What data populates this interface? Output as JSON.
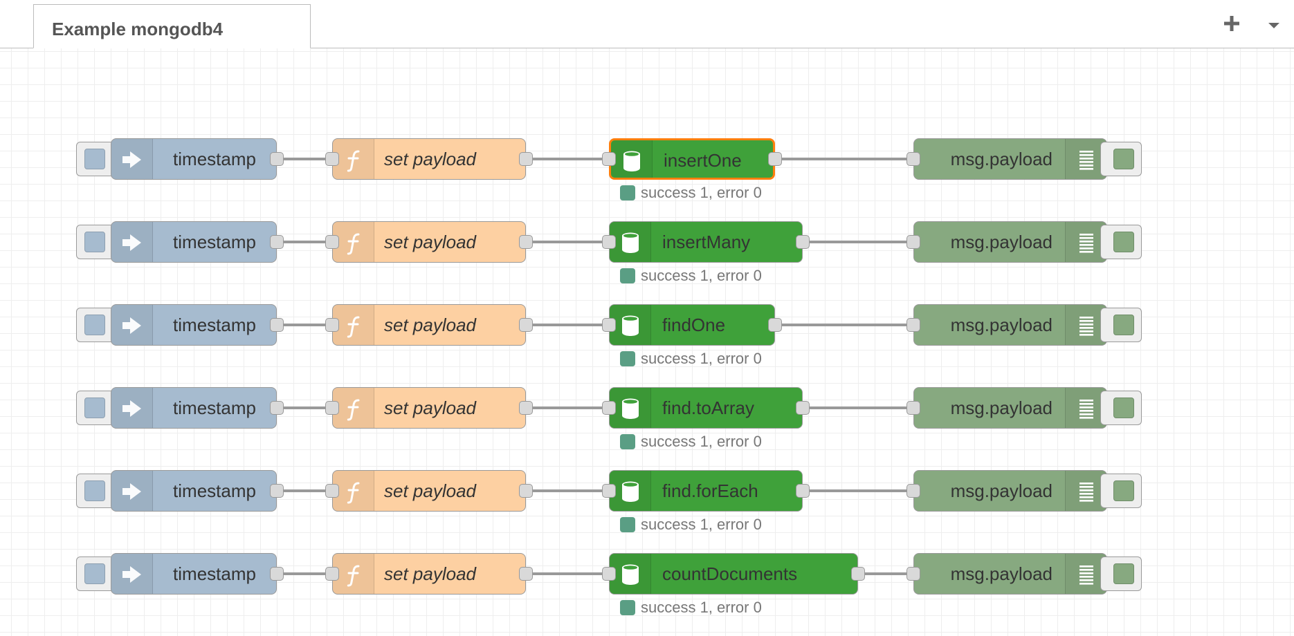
{
  "tab": {
    "title": "Example mongodb4"
  },
  "toolbar": {
    "add_icon": "plus-icon",
    "menu_icon": "caret-down-icon"
  },
  "colors": {
    "inject": "#a6bbcf",
    "function": "#fdd0a2",
    "mongodb": "#3fa13a",
    "debug": "#87a980",
    "selected": "#ff7f0e",
    "status": "#5a9e84"
  },
  "flows": [
    {
      "inject": "timestamp",
      "func": "set payload",
      "mongo": "insertOne",
      "debug": "msg.payload",
      "status": "success 1, error 0",
      "selected": true
    },
    {
      "inject": "timestamp",
      "func": "set payload",
      "mongo": "insertMany",
      "debug": "msg.payload",
      "status": "success 1, error 0",
      "selected": false
    },
    {
      "inject": "timestamp",
      "func": "set payload",
      "mongo": "findOne",
      "debug": "msg.payload",
      "status": "success 1, error 0",
      "selected": false
    },
    {
      "inject": "timestamp",
      "func": "set payload",
      "mongo": "find.toArray",
      "debug": "msg.payload",
      "status": "success 1, error 0",
      "selected": false
    },
    {
      "inject": "timestamp",
      "func": "set payload",
      "mongo": "find.forEach",
      "debug": "msg.payload",
      "status": "success 1, error 0",
      "selected": false
    },
    {
      "inject": "timestamp",
      "func": "set payload",
      "mongo": "countDocuments",
      "debug": "msg.payload",
      "status": "success 1, error 0",
      "selected": false
    }
  ]
}
